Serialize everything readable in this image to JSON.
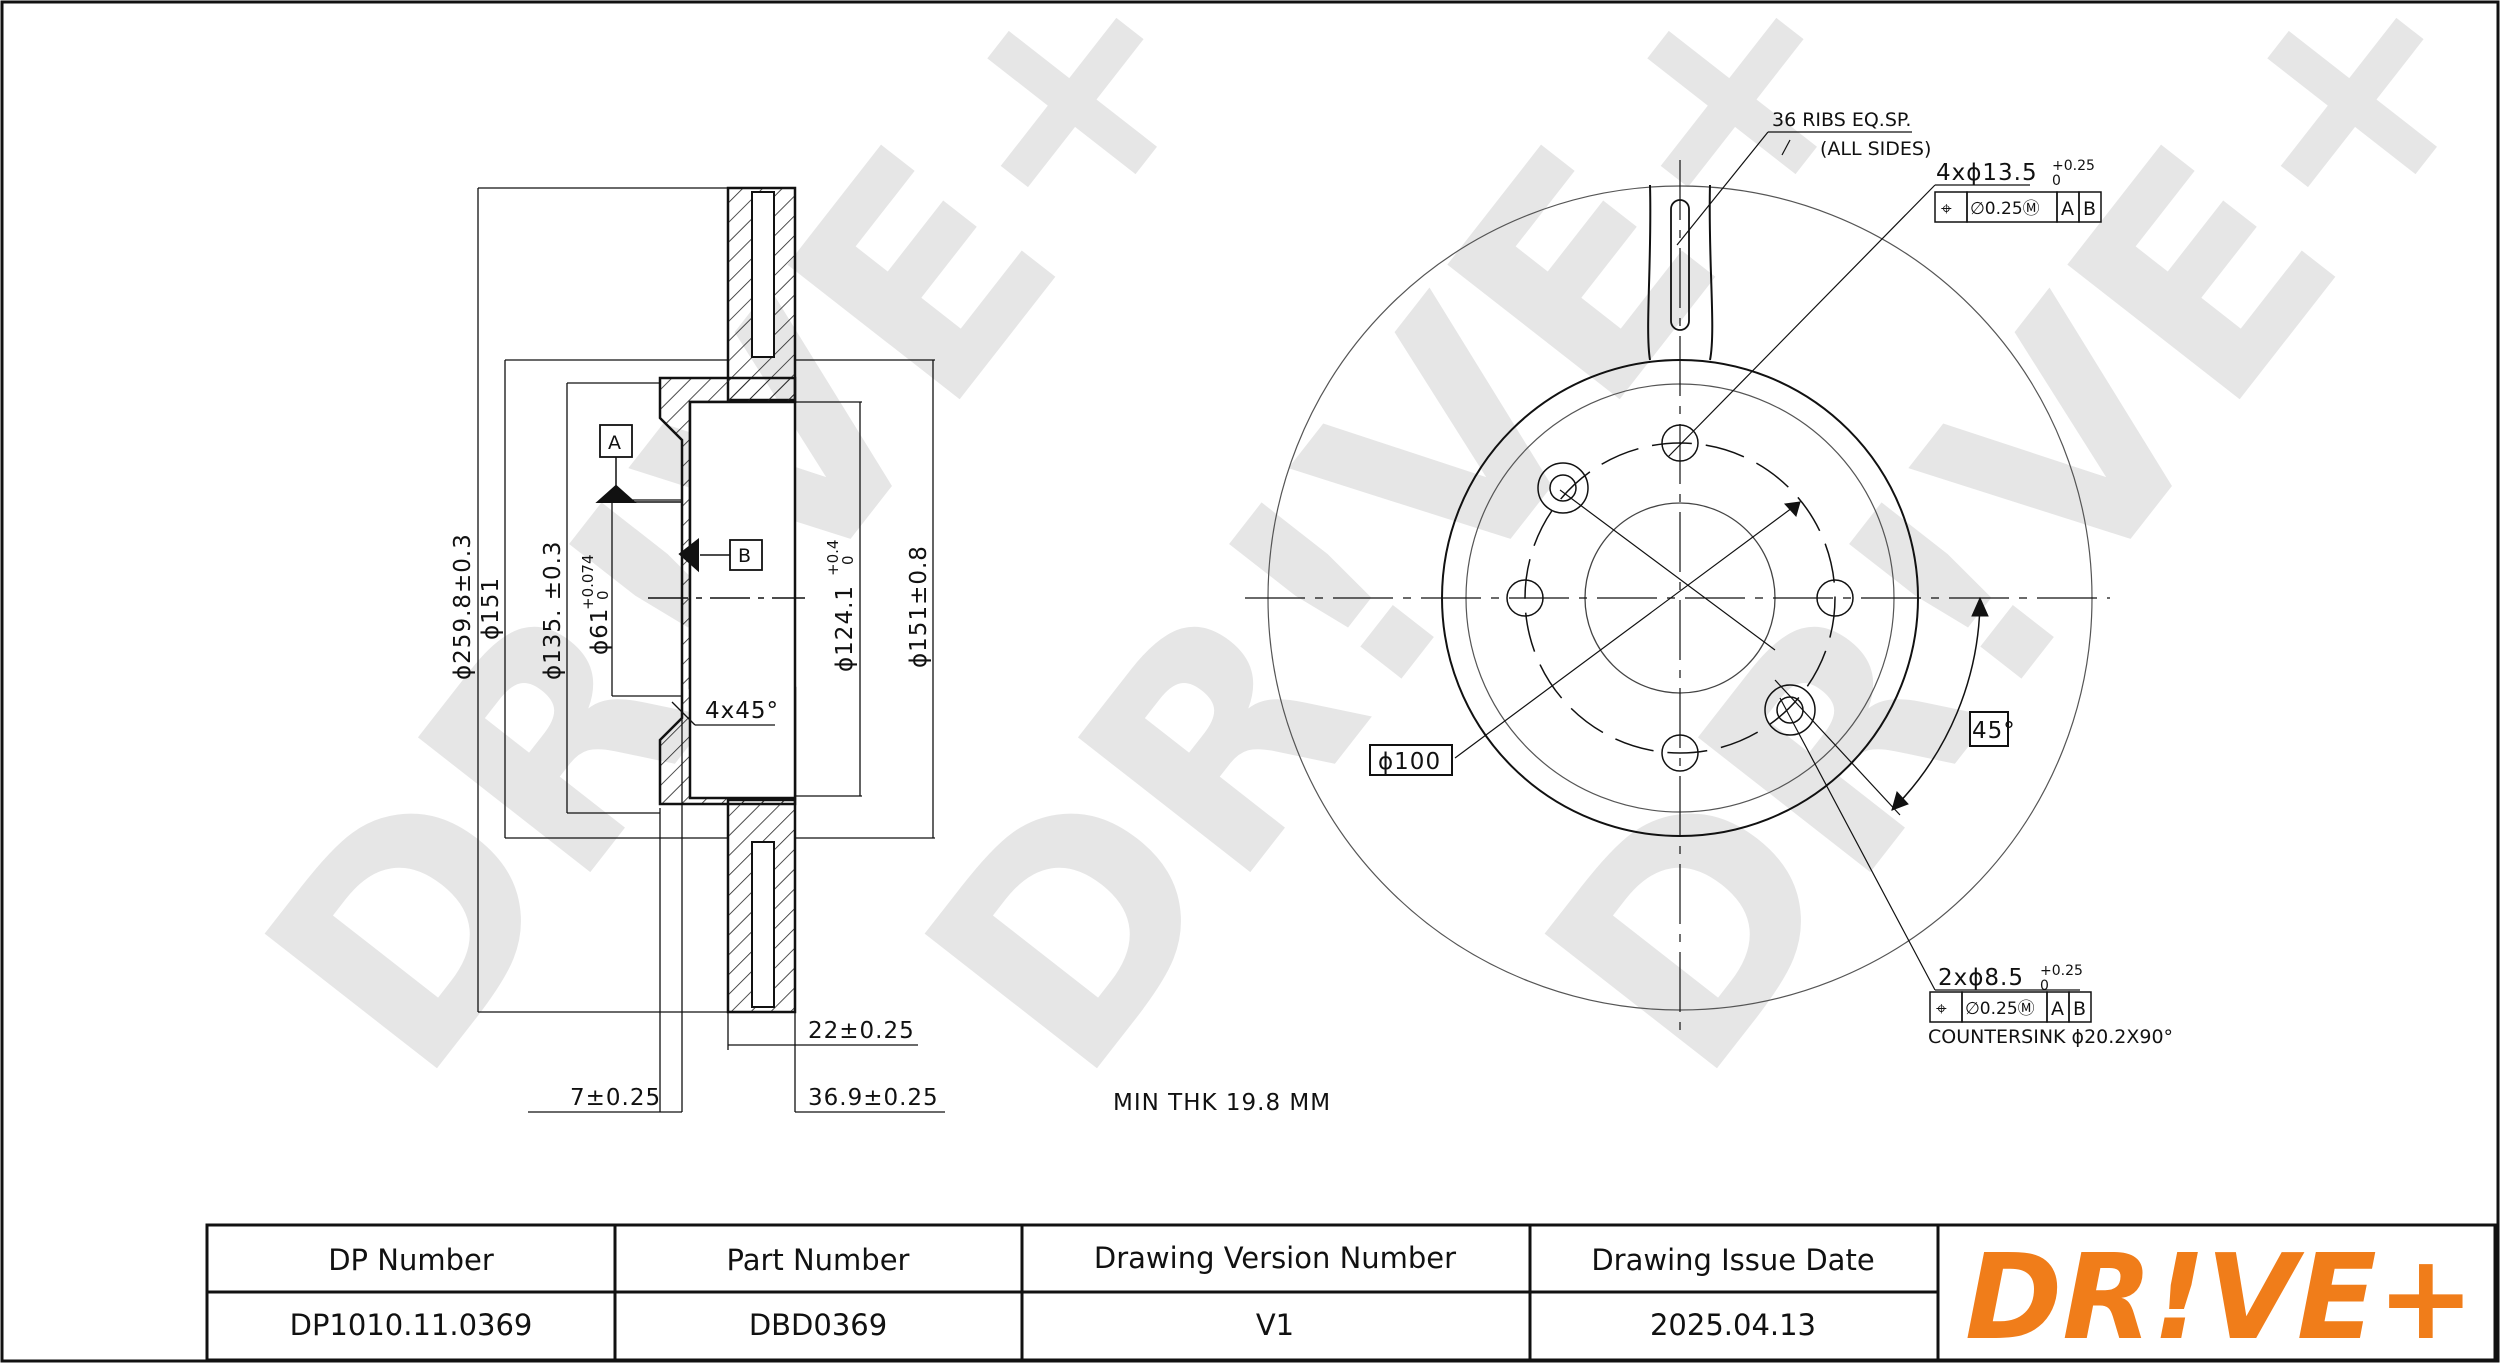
{
  "watermark": "DR!VE+",
  "left_view": {
    "dims": {
      "d259": "ϕ259.8±0.3",
      "d151a": "ϕ151",
      "d135": "ϕ135. ±0.3",
      "d61": "ϕ61",
      "d61_tol_top": "+0.074",
      "d61_tol_bot": "0",
      "d124": "ϕ124.1",
      "d124_tol_top": "+0.4",
      "d124_tol_bot": "0",
      "d151b": "ϕ151±0.8",
      "chamfer": "4x45°",
      "t22": "22±0.25",
      "t7": "7±0.25",
      "t369": "36.9±0.25"
    },
    "datum_a": "A",
    "datum_b": "B"
  },
  "center_note": "MIN THK 19.8 MM",
  "right_view": {
    "ribs_line1": "36 RIBS EQ.SP.",
    "ribs_line2": "(ALL SIDES)",
    "holes_big": "4xϕ13.5",
    "holes_big_tol_top": "+0.25",
    "holes_big_tol_bot": "0",
    "fcf_big": [
      "⌖",
      "∅0.25Ⓜ",
      "A",
      "B"
    ],
    "holes_small": "2xϕ8.5",
    "holes_small_tol_top": "+0.25",
    "holes_small_tol_bot": "0",
    "fcf_small": [
      "⌖",
      "∅0.25Ⓜ",
      "A",
      "B"
    ],
    "countersink": "COUNTERSINK ϕ20.2X90°",
    "pcd": "ϕ100",
    "angle": "45°"
  },
  "title_block": {
    "headers": [
      "DP Number",
      "Part Number",
      "Drawing Version Number",
      "Drawing Issue Date"
    ],
    "values": [
      "DP1010.11.0369",
      "DBD0369",
      "V1",
      "2025.04.13"
    ],
    "logo": "DR!VE+"
  }
}
